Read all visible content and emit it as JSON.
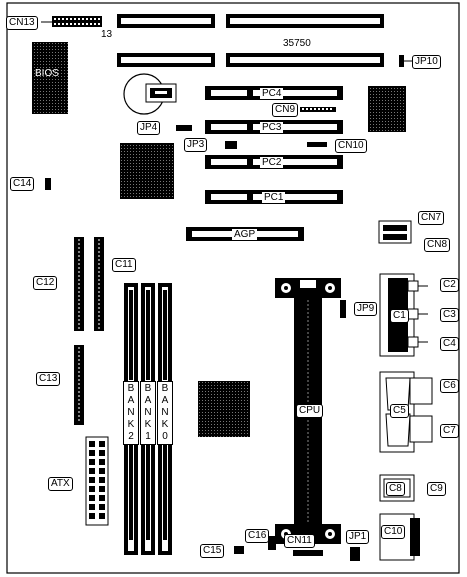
{
  "board": {
    "model": "35750",
    "header_pin": "13"
  },
  "chips": {
    "bios": "BIOS",
    "cpu": "CPU"
  },
  "slots": {
    "pc4": "PC4",
    "pc3": "PC3",
    "pc2": "PC2",
    "pc1": "PC1",
    "agp": "AGP"
  },
  "banks": {
    "bank2": "BANK2",
    "bank1": "BANK1",
    "bank0": "BANK0"
  },
  "connectors": {
    "cn13": "CN13",
    "cn9": "CN9",
    "cn10": "CN10",
    "cn7": "CN7",
    "cn8": "CN8",
    "cn11": "CN11",
    "c1": "C1",
    "c2": "C2",
    "c3": "C3",
    "c4": "C4",
    "c5": "C5",
    "c6": "C6",
    "c7": "C7",
    "c8": "C8",
    "c9": "C9",
    "c10": "C10",
    "c11": "C11",
    "c12": "C12",
    "c13": "C13",
    "c14": "C14",
    "c15": "C15",
    "c16": "C16",
    "atx": "ATX"
  },
  "jumpers": {
    "jp1": "JP1",
    "jp3": "JP3",
    "jp4": "JP4",
    "jp9": "JP9",
    "jp10": "JP10"
  }
}
